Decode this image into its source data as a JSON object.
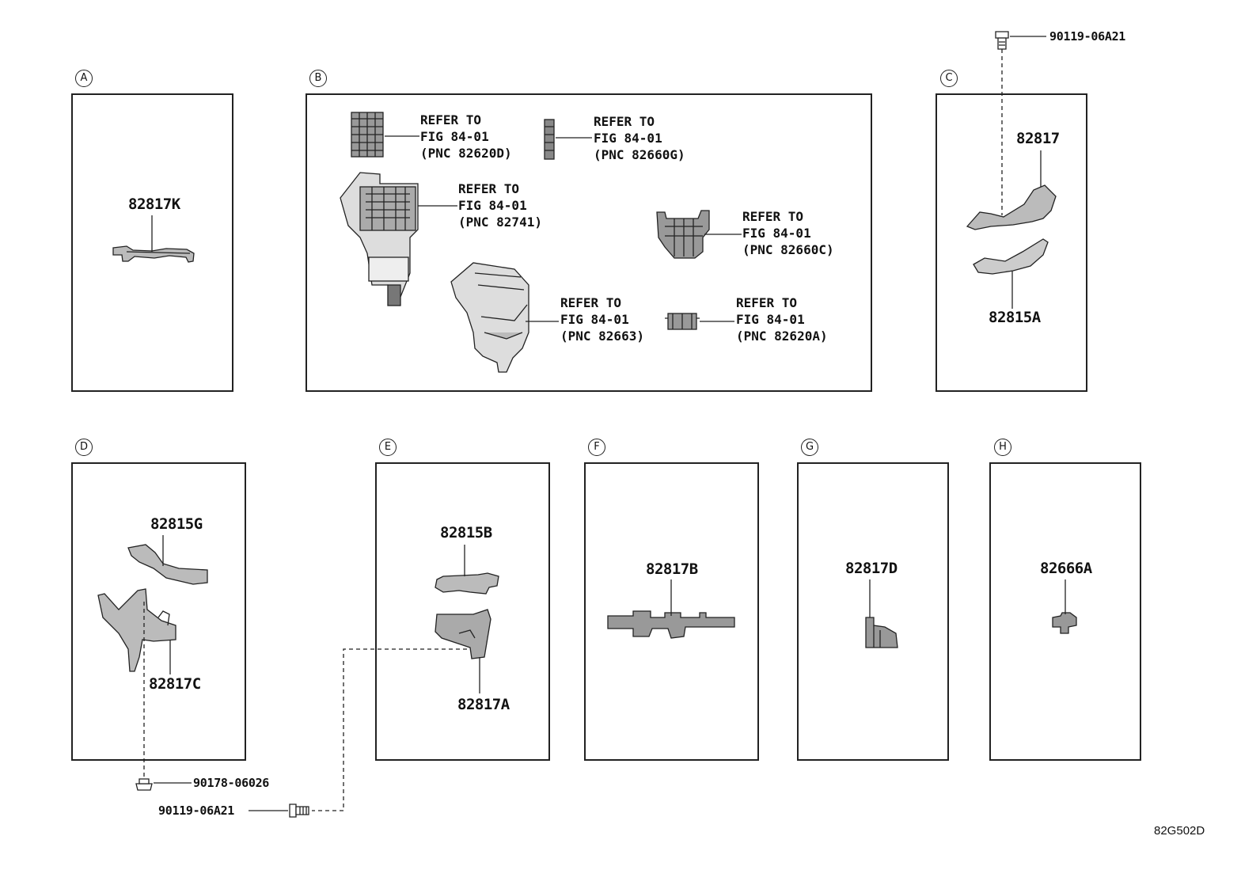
{
  "diagram_code": "82G502D",
  "panels": {
    "A": {
      "label": "A",
      "parts": [
        "82817K"
      ]
    },
    "B": {
      "label": "B",
      "refs": [
        {
          "line1": "REFER TO",
          "line2": "FIG 84-01",
          "line3": "(PNC 82620D)"
        },
        {
          "line1": "REFER TO",
          "line2": "FIG 84-01",
          "line3": "(PNC 82660G)"
        },
        {
          "line1": "REFER TO",
          "line2": "FIG 84-01",
          "line3": "(PNC 82741)"
        },
        {
          "line1": "REFER TO",
          "line2": "FIG 84-01",
          "line3": "(PNC 82660C)"
        },
        {
          "line1": "REFER TO",
          "line2": "FIG 84-01",
          "line3": "(PNC 82663)"
        },
        {
          "line1": "REFER TO",
          "line2": "FIG 84-01",
          "line3": "(PNC 82620A)"
        }
      ]
    },
    "C": {
      "label": "C",
      "parts": [
        "82817",
        "82815A"
      ]
    },
    "D": {
      "label": "D",
      "parts": [
        "82815G",
        "82817C"
      ]
    },
    "E": {
      "label": "E",
      "parts": [
        "82815B",
        "82817A"
      ]
    },
    "F": {
      "label": "F",
      "parts": [
        "82817B"
      ]
    },
    "G": {
      "label": "G",
      "parts": [
        "82817D"
      ]
    },
    "H": {
      "label": "H",
      "parts": [
        "82666A"
      ]
    }
  },
  "fasteners": {
    "top_bolt": "90119-06A21",
    "clip_d": "90178-06026",
    "bolt_e": "90119-06A21"
  }
}
